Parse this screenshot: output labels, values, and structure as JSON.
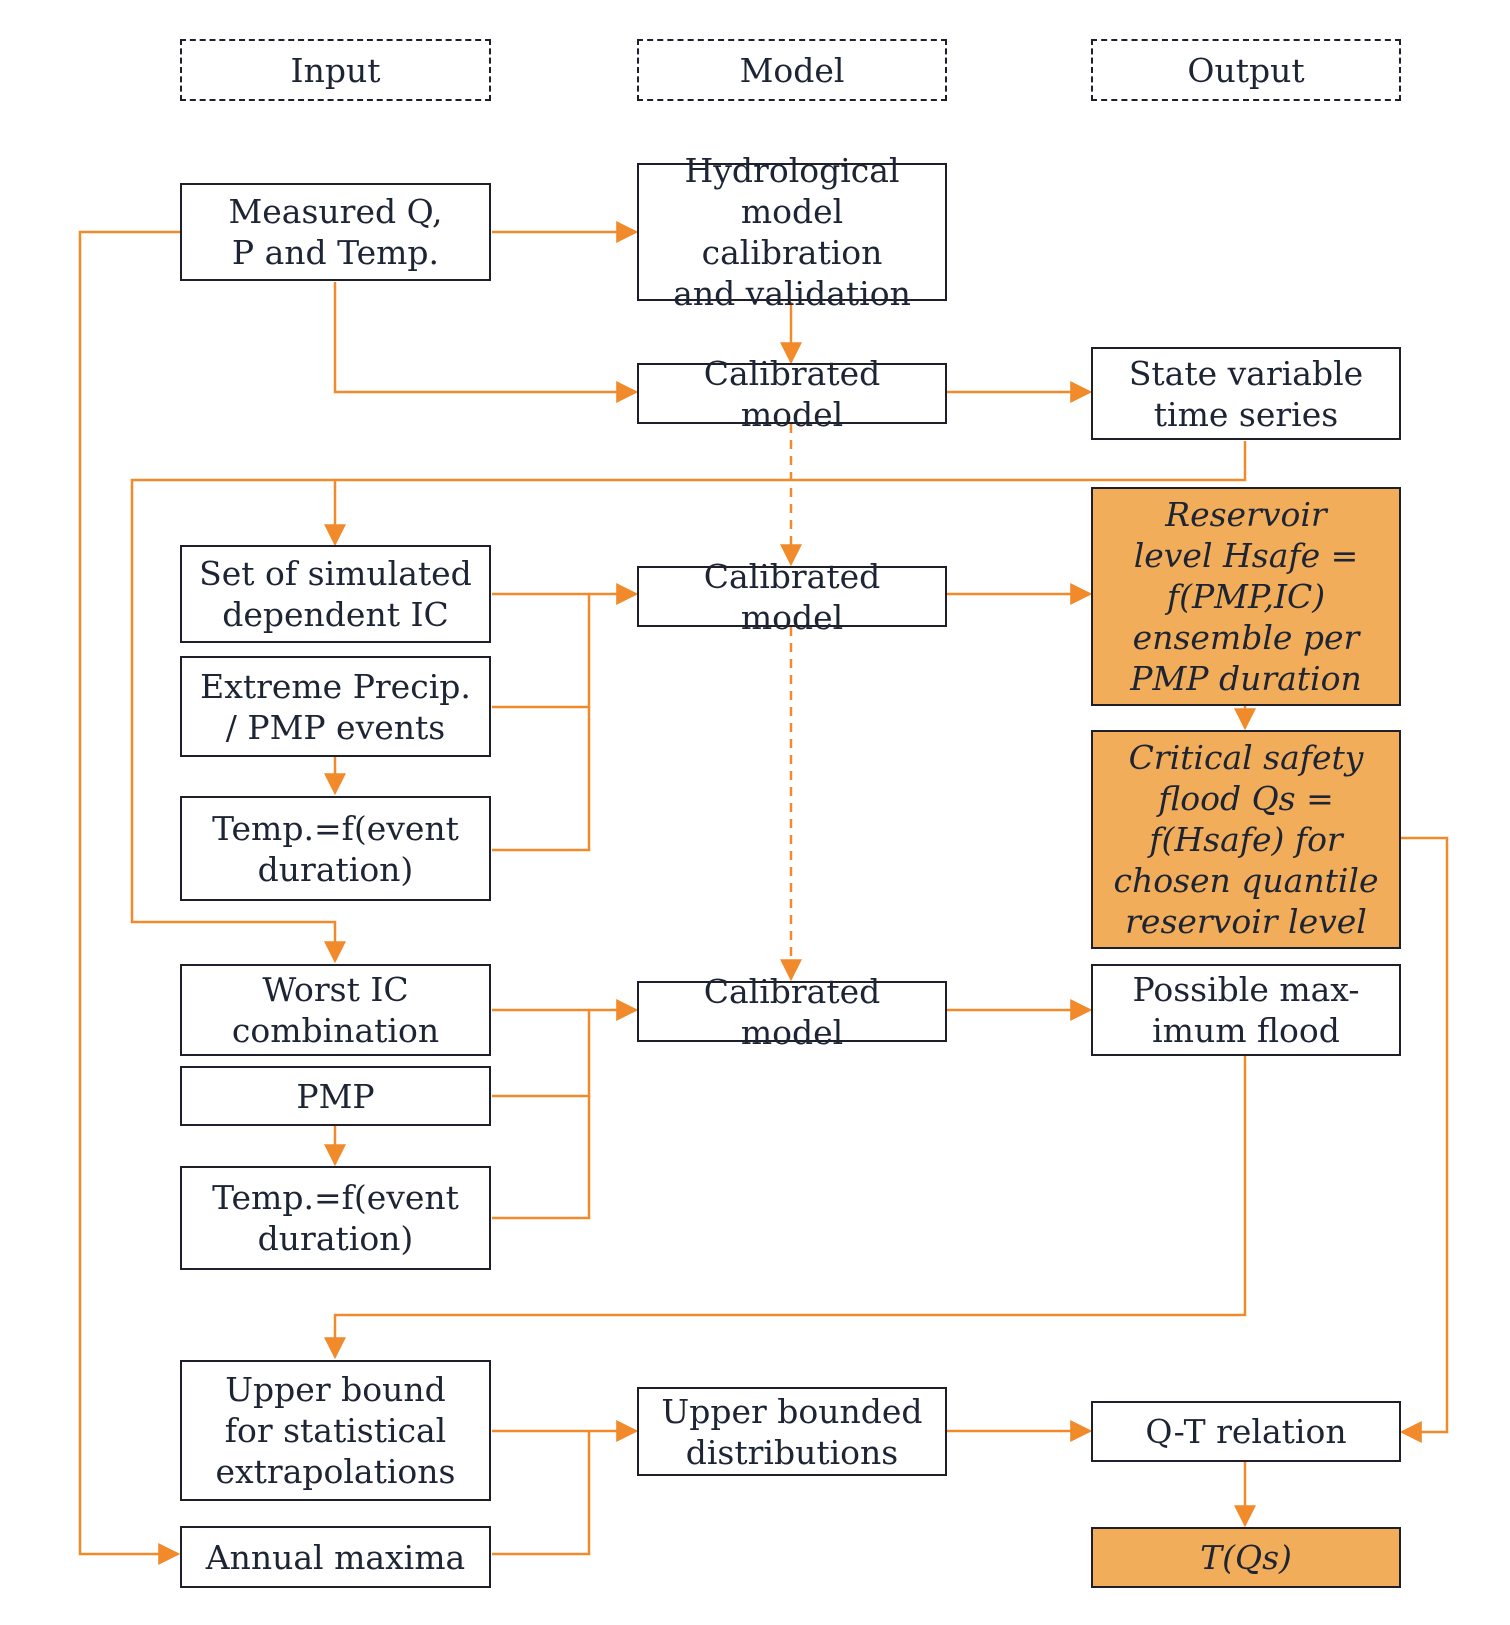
{
  "colors": {
    "edge": "#f08a2a",
    "box_border": "#1f1f2b",
    "highlight": "#f2ad5a",
    "text": "#1d2433"
  },
  "headers": {
    "input": "Input",
    "model": "Model",
    "output": "Output"
  },
  "input": {
    "measured": "Measured Q,\nP and Temp.",
    "sim_ic": "Set of simulated\ndependent IC",
    "extreme": "Extreme Precip.\n/ PMP events",
    "temp1": "Temp.=f(event\nduration)",
    "worst_ic": "Worst IC\ncombination",
    "pmp": "PMP",
    "temp2": "Temp.=f(event\nduration)",
    "upper_bound": "Upper bound\nfor statistical\nextrapolations",
    "annual_max": "Annual maxima"
  },
  "model": {
    "hydro": "Hydrological\nmodel calibration\nand validation",
    "calibrated1": "Calibrated model",
    "calibrated2": "Calibrated model",
    "calibrated3": "Calibrated model",
    "upper_bounded": "Upper bounded\ndistributions"
  },
  "output": {
    "state_var": "State variable\ntime series",
    "reservoir": "Reservoir\nlevel Hsafe =\nf(PMP,IC)\nensemble per\nPMP duration",
    "critical": "Critical safety\nflood Qs =\nf(Hsafe) for\nchosen quantile\nreservoir level",
    "pmf": "Possible max-\nimum flood",
    "qt": "Q-T relation",
    "tqs": "T(Qs)"
  }
}
